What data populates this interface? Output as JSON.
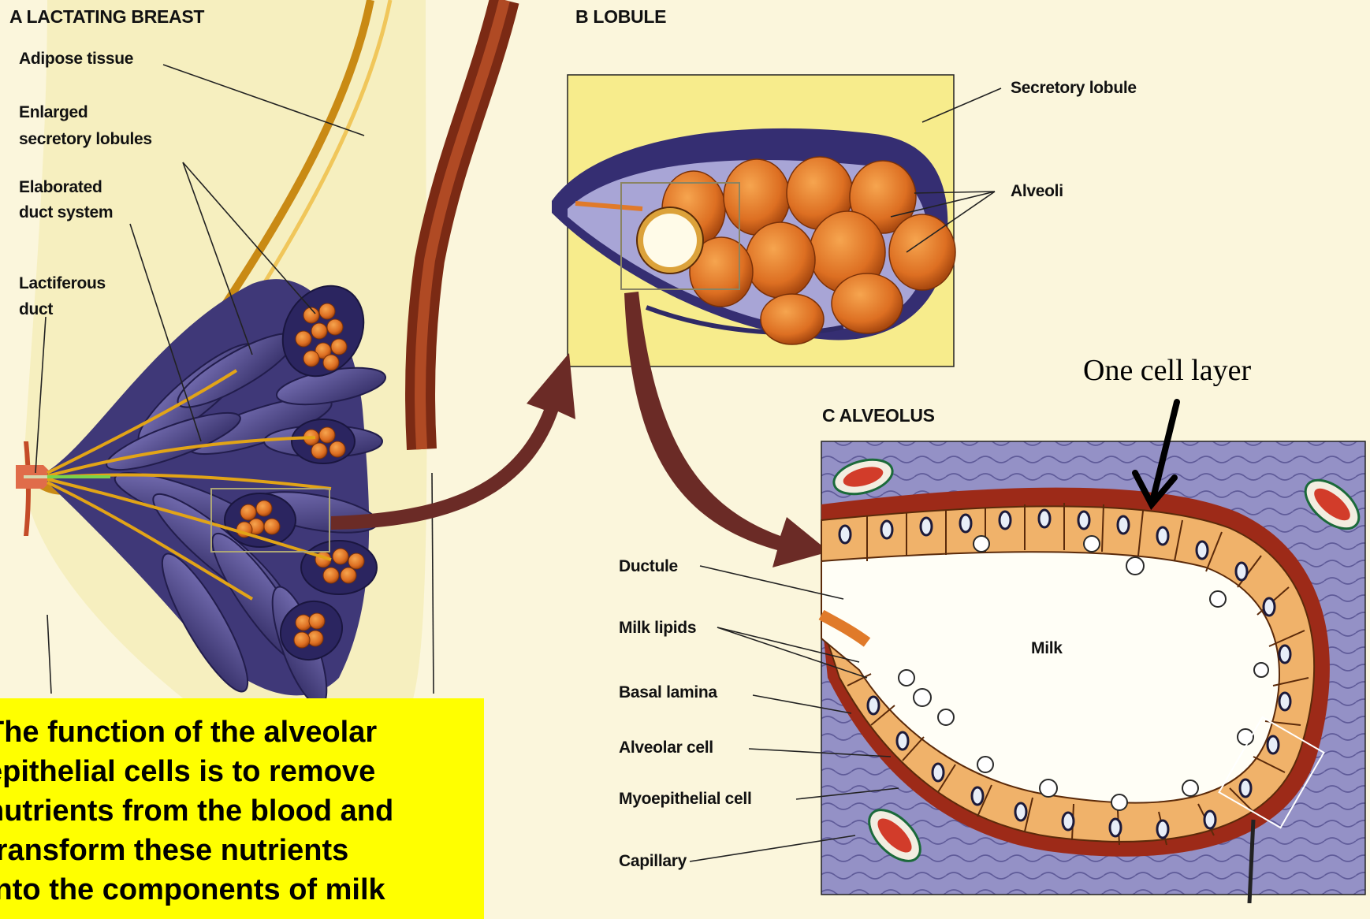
{
  "colors": {
    "background": "#fbf6dc",
    "lobule_box": "#f7ec8c",
    "alveolus_box": "#8f8cc2",
    "duct_purple": "#4d4785",
    "alveolus_orange": "#e0782a",
    "callout_bg": "#ffff00"
  },
  "panel_a": {
    "heading": "A  LACTATING BREAST",
    "labels": {
      "adipose": "Adipose tissue",
      "enlarged_1": "Enlarged",
      "enlarged_2": "secretory lobules",
      "elaborated_1": "Elaborated",
      "elaborated_2": "duct system",
      "lactiferous_1": "Lactiferous",
      "lactiferous_2": "duct"
    }
  },
  "panel_b": {
    "heading": "B  LOBULE",
    "labels": {
      "secretory_lobule": "Secretory lobule",
      "alveoli": "Alveoli"
    }
  },
  "panel_c": {
    "heading": "C  ALVEOLUS",
    "labels": {
      "ductule": "Ductule",
      "milk_lipids": "Milk lipids",
      "basal_lamina": "Basal lamina",
      "alveolar_cell": "Alveolar cell",
      "myoepithelial_cell": "Myoepithelial cell",
      "capillary": "Capillary",
      "milk": "Milk"
    }
  },
  "annotation": {
    "one_cell_layer": "One cell layer"
  },
  "callout": {
    "text": "The function of the alveolar\nepithelial cells is to remove\nnutrients from the blood and\ntransform these nutrients\ninto the components of milk"
  }
}
